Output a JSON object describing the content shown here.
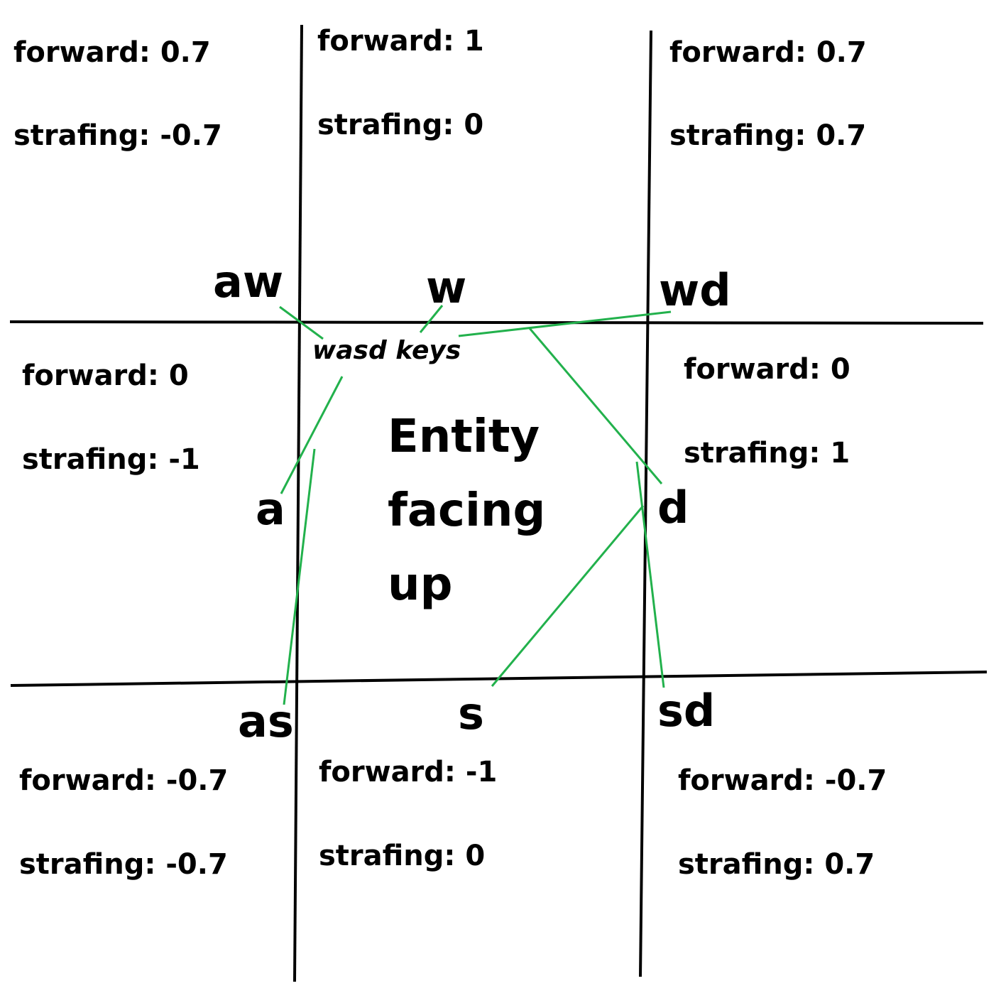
{
  "colors": {
    "grid": "#000000",
    "connector": "#22b14c",
    "background": "#ffffff"
  },
  "cells": {
    "aw": {
      "forward": "forward: 0.7",
      "strafing": "strafing: -0.7"
    },
    "w": {
      "forward": "forward: 1",
      "strafing": "strafing: 0"
    },
    "wd": {
      "forward": "forward: 0.7",
      "strafing": "strafing: 0.7"
    },
    "a": {
      "forward": "forward: 0",
      "strafing": "strafing: -1"
    },
    "d": {
      "forward": "forward: 0",
      "strafing": "strafing: 1"
    },
    "as": {
      "forward": "forward: -0.7",
      "strafing": "strafing: -0.7"
    },
    "s": {
      "forward": "forward: -1",
      "strafing": "strafing: 0"
    },
    "sd": {
      "forward": "forward: -0.7",
      "strafing": "strafing: 0.7"
    }
  },
  "keys": {
    "aw": "aw",
    "w": "w",
    "wd": "wd",
    "a": "a",
    "d": "d",
    "as": "as",
    "s": "s",
    "sd": "sd"
  },
  "annotation": "wasd keys",
  "center_label": [
    "Entity",
    "facing",
    "up"
  ]
}
